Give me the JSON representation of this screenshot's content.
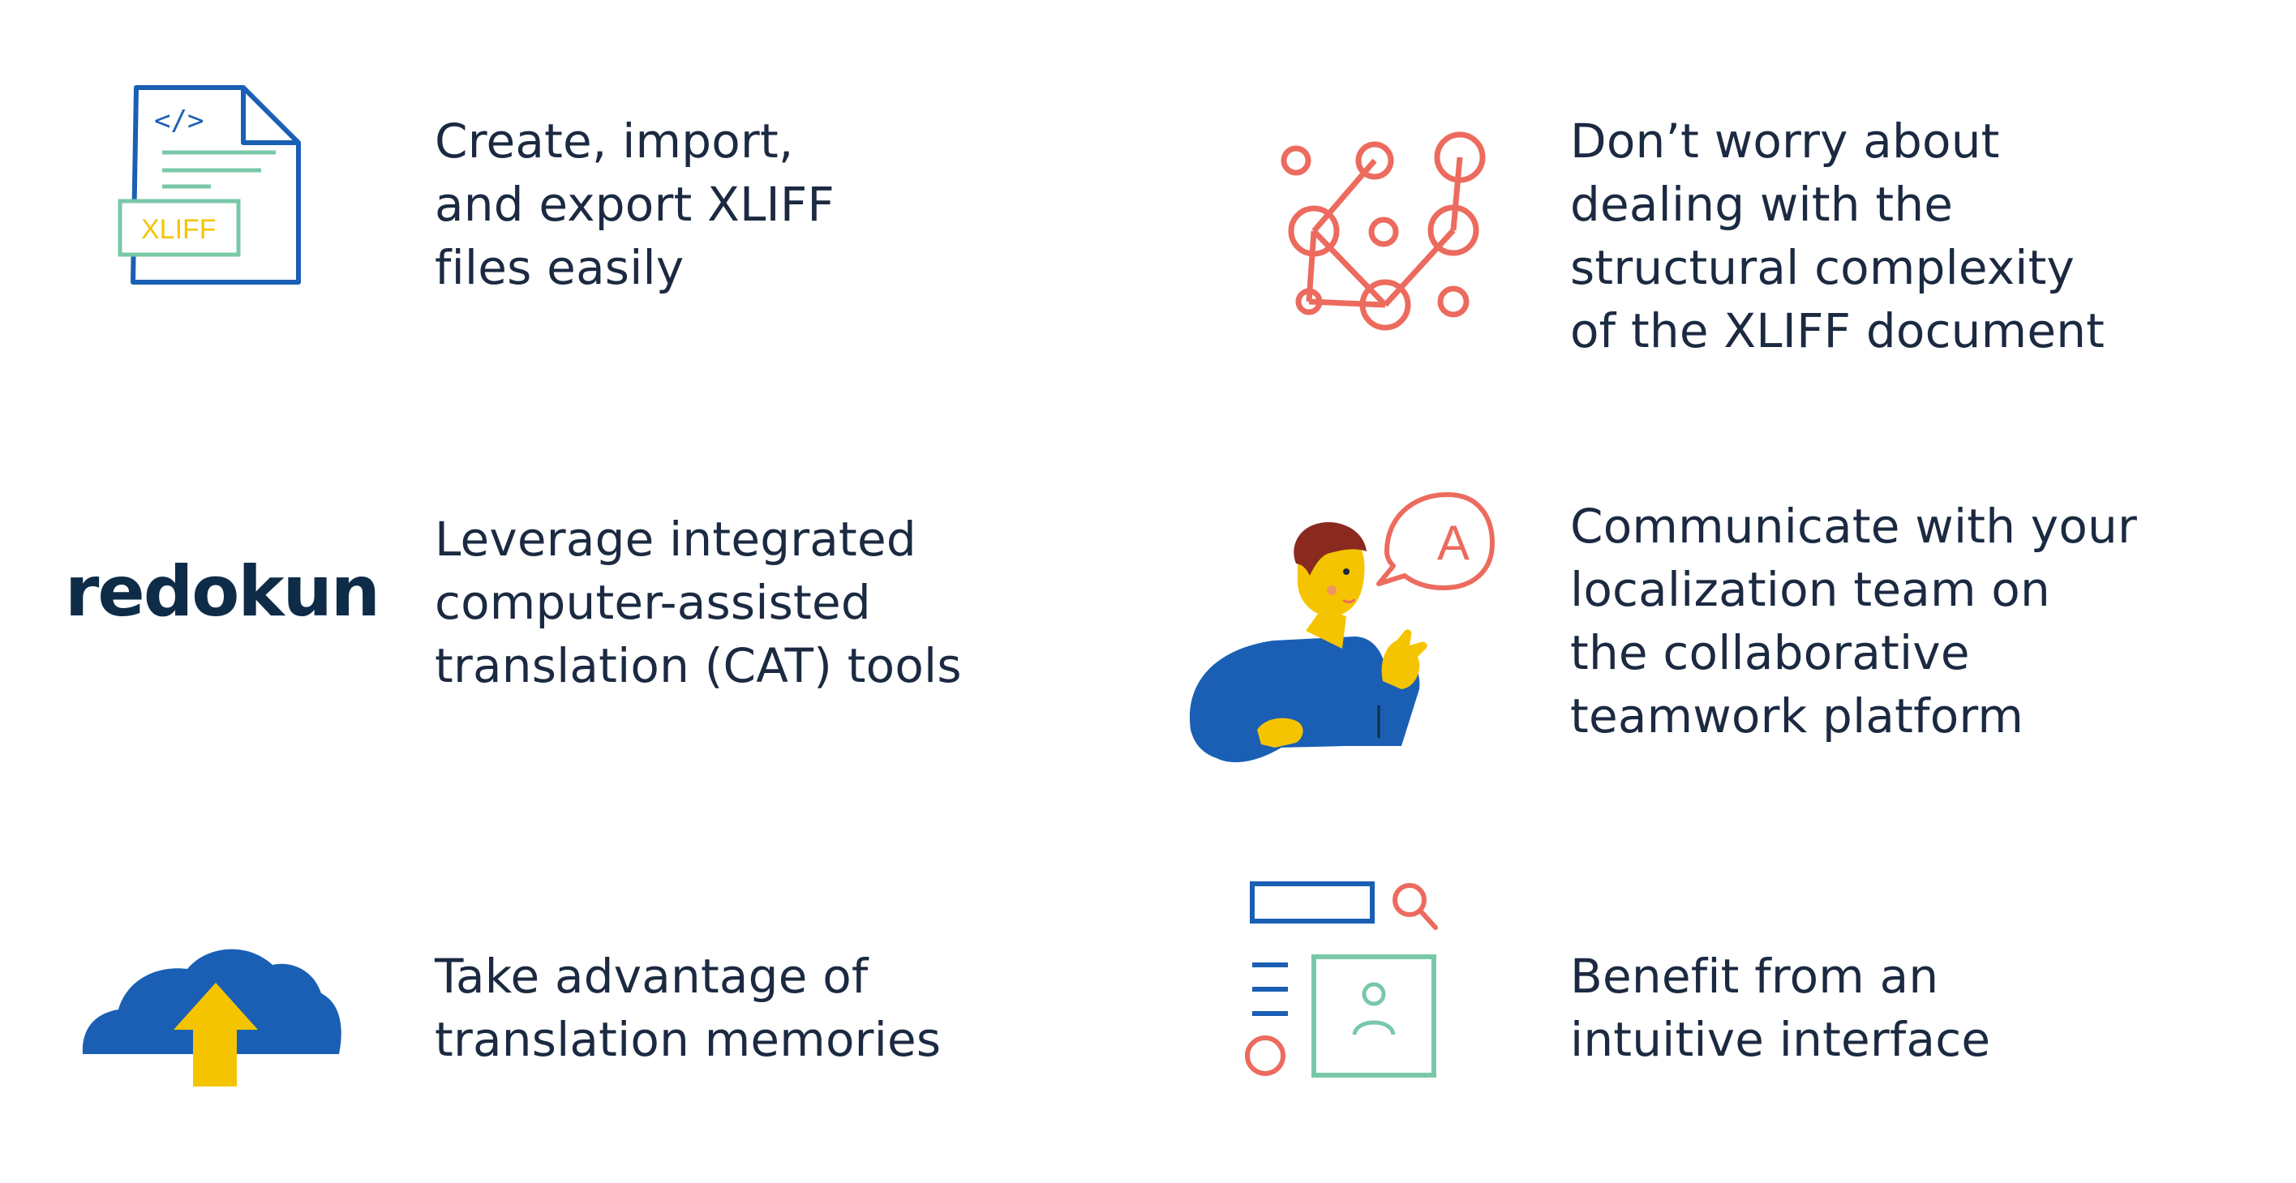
{
  "colors": {
    "text": "#1b2a41",
    "blue": "#1a5fb4",
    "yellow": "#f5c400",
    "coral": "#ec6b5e",
    "teal": "#79c8a8",
    "navy": "#0e2c48"
  },
  "features": [
    {
      "icon": "xliff-file-icon",
      "icon_code_label": "</>",
      "icon_badge_label": "XLIFF",
      "lines": [
        "Create, import,",
        "and export XLIFF",
        "files easily"
      ]
    },
    {
      "icon": "network-nodes-icon",
      "lines": [
        "Don’t worry about",
        "dealing with the",
        "structural complexity",
        "of the XLIFF document"
      ]
    },
    {
      "icon": "redokun-logo",
      "logo_text": "redokun",
      "lines": [
        "Leverage integrated",
        "computer-assisted",
        "translation (CAT) tools"
      ]
    },
    {
      "icon": "person-speech-bubble-icon",
      "bubble_letter": "A",
      "lines": [
        "Communicate with your",
        "localization team on",
        "the collaborative",
        "teamwork platform"
      ]
    },
    {
      "icon": "cloud-upload-icon",
      "lines": [
        "Take advantage of",
        "translation memories"
      ]
    },
    {
      "icon": "interface-layout-icon",
      "lines": [
        "Benefit from an",
        "intuitive interface"
      ]
    }
  ]
}
